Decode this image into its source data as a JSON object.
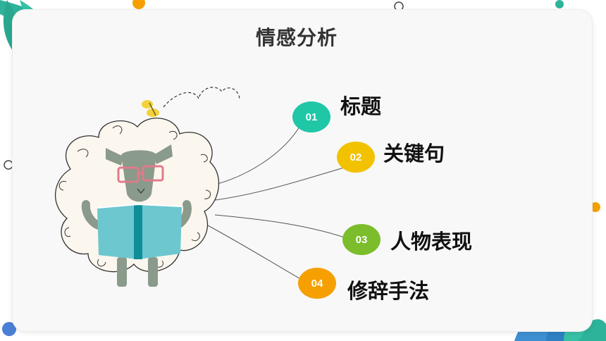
{
  "slide": {
    "title": "情感分析"
  },
  "items": [
    {
      "number": "01",
      "label": "标题",
      "color": "#1fc7a7"
    },
    {
      "number": "02",
      "label": "关键句",
      "color": "#f2c200"
    },
    {
      "number": "03",
      "label": "人物表现",
      "color": "#7bbd2a"
    },
    {
      "number": "04",
      "label": "修辞手法",
      "color": "#f5a000"
    }
  ],
  "decor": {
    "leaf_color": "#2db39a",
    "blue_leaf_color": "#3d8fd1",
    "sheep_face_color": "#8a9a8b",
    "book_color": "#6cc7cf",
    "glasses_color": "#e07a8a",
    "butterfly_color": "#f2d23a"
  }
}
